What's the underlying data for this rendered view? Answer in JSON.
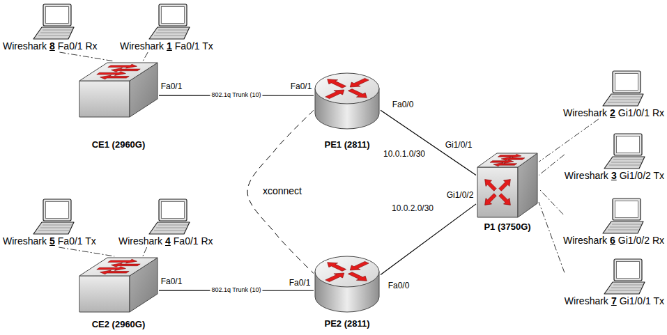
{
  "diagram": {
    "nodes": [
      {
        "text": [
          "Wireshark",
          "8",
          "Fa0/1 Rx"
        ]
      },
      {
        "text": [
          "Wireshark",
          "1",
          "Fa0/1 Tx"
        ]
      },
      {
        "text": [
          "CE1 (2960G)"
        ]
      },
      {
        "text": [
          "PE1 (2811)"
        ]
      },
      {
        "text": [
          "Wireshark",
          "2",
          "Gi1/0/1 Rx"
        ]
      },
      {
        "text": [
          "Wireshark",
          "3",
          "Gi1/0/2 Tx"
        ]
      },
      {
        "text": [
          "P1 (3750G)"
        ]
      },
      {
        "text": [
          "Wireshark",
          "6",
          "Gi1/0/2 Rx"
        ]
      },
      {
        "text": [
          "Wireshark",
          "7",
          "Gi1/0/1 Tx"
        ]
      },
      {
        "text": [
          "Wireshark",
          "5",
          "Fa0/1 Tx"
        ]
      },
      {
        "text": [
          "Wireshark",
          "4",
          "Fa0/1 Rx"
        ]
      },
      {
        "text": [
          "CE2 (2960G)"
        ]
      },
      {
        "text": [
          "PE2 (2811)"
        ]
      }
    ],
    "edges": [
      {
        "from": 2,
        "to": 3,
        "label": "802.1q Trunk (10)",
        "arrow": "none"
      },
      {
        "from": 3,
        "to": 6,
        "label": "10.0.1.0/30",
        "arrow": "none"
      },
      {
        "from": 12,
        "to": 6,
        "label": "10.0.2.0/30",
        "arrow": "none"
      },
      {
        "from": 11,
        "to": 12,
        "label": "802.1q Trunk (10)",
        "arrow": "none"
      },
      {
        "from": 3,
        "to": 12,
        "label": "xconnect",
        "arrow": "none"
      },
      {
        "from": 0,
        "to": 2,
        "arrow": "none"
      },
      {
        "from": 1,
        "to": 2,
        "arrow": "none"
      },
      {
        "from": 4,
        "to": 6,
        "arrow": "none"
      },
      {
        "from": 5,
        "to": 6,
        "arrow": "none"
      },
      {
        "from": 7,
        "to": 6,
        "arrow": "none"
      },
      {
        "from": 8,
        "to": 6,
        "arrow": "none"
      },
      {
        "from": 9,
        "to": 11,
        "arrow": "none"
      },
      {
        "from": 10,
        "to": 11,
        "arrow": "none"
      }
    ],
    "labels": [
      "Fa0/1",
      "Fa0/1",
      "Fa0/0",
      "Gi1/0/1",
      "Gi1/0/2",
      "Fa0/0",
      "Fa0/1",
      "Fa0/1"
    ]
  }
}
